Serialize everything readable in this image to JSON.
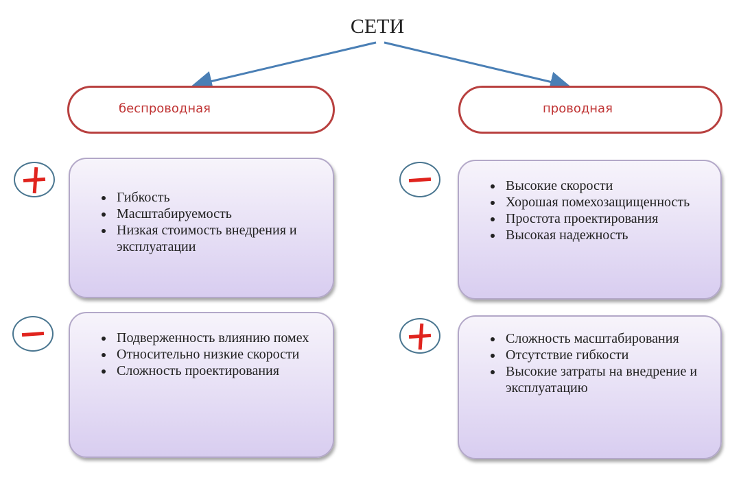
{
  "title": "СЕТИ",
  "branches": [
    {
      "label": "беспроводная",
      "pros_sign": "+",
      "pros": [
        "Гибкость",
        "Масштабируемость",
        "Низкая стоимость внедрения и эксплуатации"
      ],
      "cons_sign": "−",
      "cons": [
        "Подверженность влиянию помех",
        "Относительно низкие скорости",
        "Сложность проектирования"
      ]
    },
    {
      "label": "проводная",
      "top_sign": "−",
      "top": [
        "Высокие скорости",
        "Хорошая помехозащищенность",
        "Простота проектирования",
        "Высокая надежность"
      ],
      "bottom_sign": "+",
      "bottom": [
        "Сложность масштабирования",
        "Отсутствие гибкости",
        "Высокие затраты на внедрение и эксплуатацию"
      ]
    }
  ],
  "colors": {
    "oval_border": "#b8403f",
    "label": "#c03434",
    "arrow": "#4a7fb5",
    "sign": "#e0241e",
    "box": "#d8cdf0"
  }
}
